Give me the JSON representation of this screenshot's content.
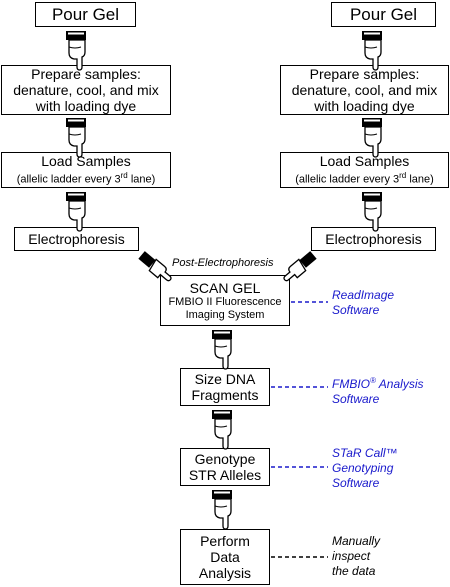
{
  "left": {
    "pour_gel": "Pour Gel",
    "prepare": [
      "Prepare samples:",
      "denature, cool, and mix",
      "with loading dye"
    ],
    "load": "Load Samples",
    "load_sub": "(allelic ladder every 3rd lane)",
    "electrophoresis": "Electrophoresis"
  },
  "right": {
    "pour_gel": "Pour Gel",
    "prepare": [
      "Prepare samples:",
      "denature, cool, and mix",
      "with loading dye"
    ],
    "load": "Load Samples",
    "load_sub": "(allelic ladder every 3rd lane)",
    "electrophoresis": "Electrophoresis"
  },
  "post_label": "Post-Electrophoresis",
  "scan": {
    "title": "SCAN GEL",
    "line1": "FMBIO II Fluorescence",
    "line2": "Imaging System"
  },
  "size": {
    "line1": "Size DNA",
    "line2": "Fragments"
  },
  "genotype": {
    "line1": "Genotype",
    "line2": "STR Alleles"
  },
  "analysis": {
    "line1": "Perform",
    "line2": "Data",
    "line3": "Analysis"
  },
  "notes": {
    "readimage": [
      "ReadImage",
      "Software"
    ],
    "fmbio": [
      "FMBIO® Analysis",
      "Software"
    ],
    "star": [
      "STaR Call™",
      "Genotyping",
      "Software"
    ],
    "manual": [
      "Manually",
      "inspect",
      "the data"
    ]
  },
  "colors": {
    "software_link": "#1a1acc",
    "manual_link": "#000000"
  },
  "icons": {
    "connector": "pointing-hand-icon"
  }
}
